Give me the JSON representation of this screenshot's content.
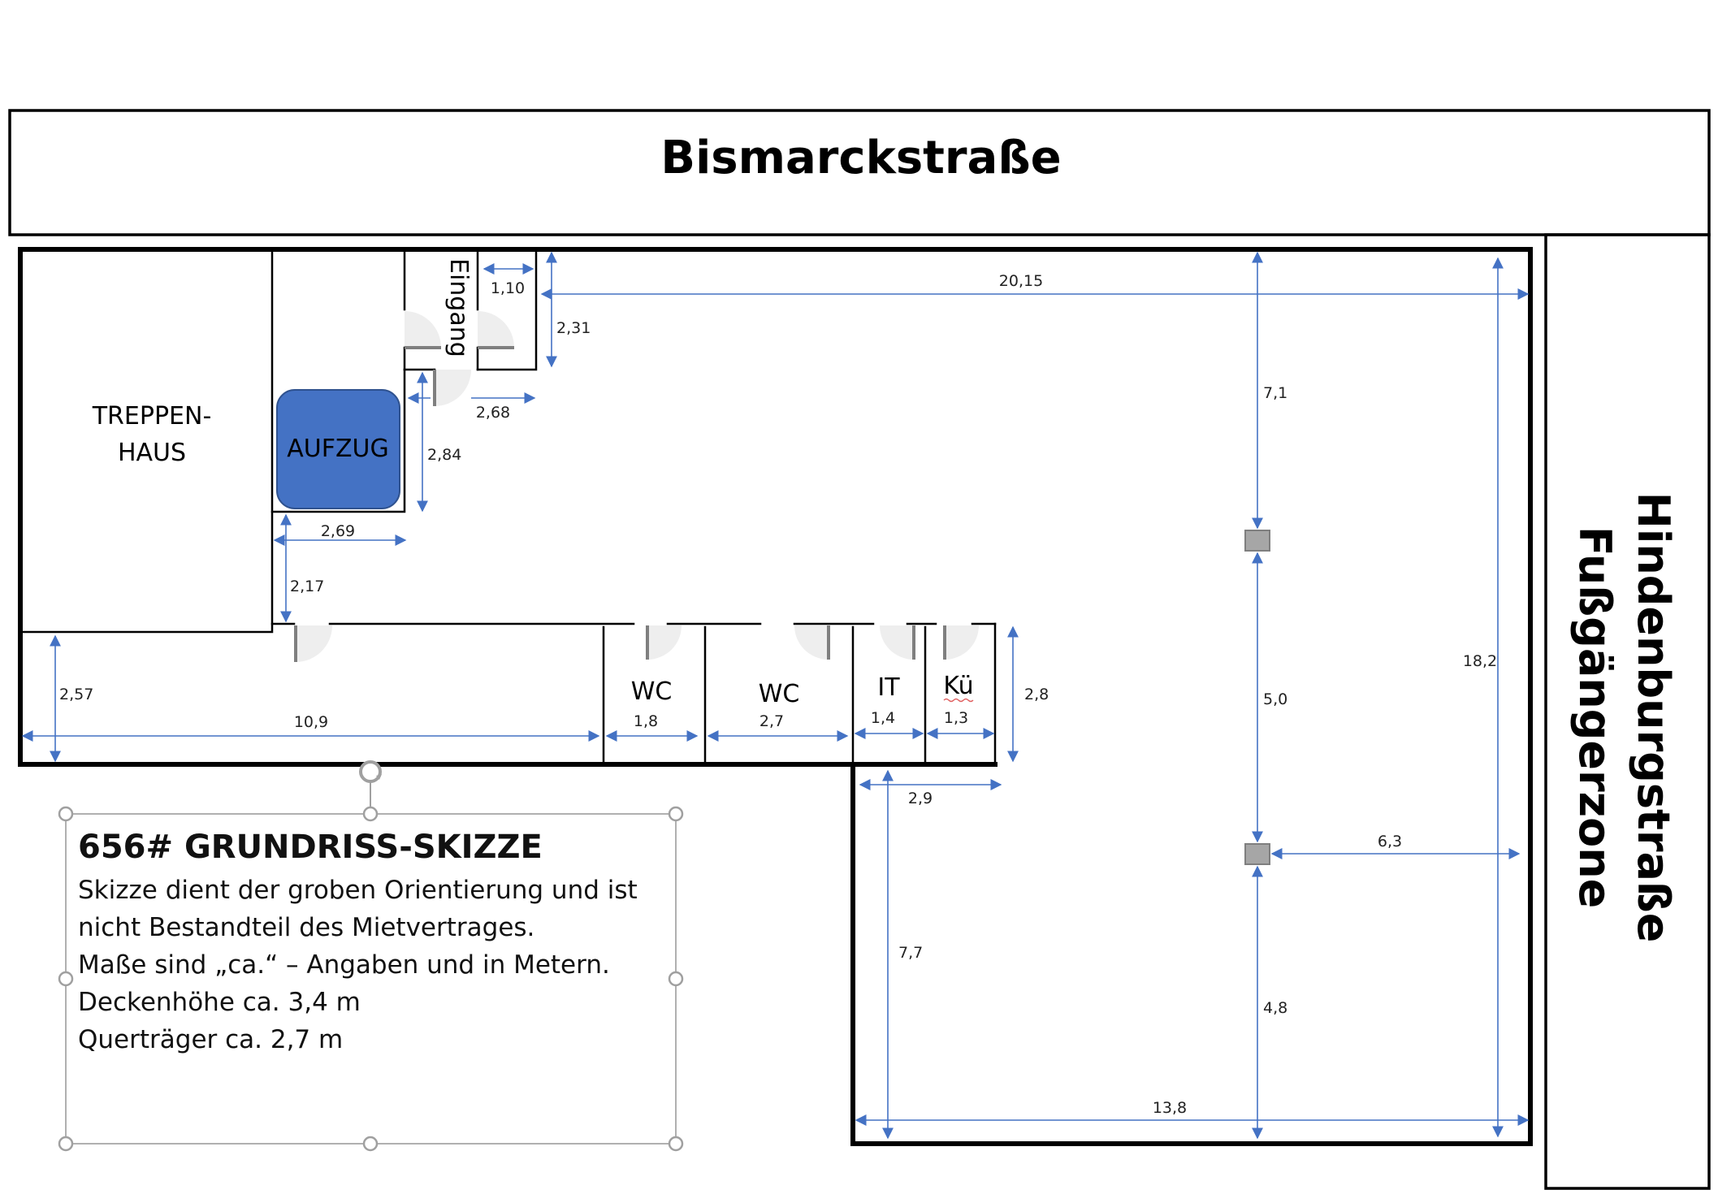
{
  "streets": {
    "top": "Bismarckstraße",
    "right_line1": "Hindenburgstraße",
    "right_line2": "Fußgängerzone"
  },
  "rooms": {
    "stairwell_line1": "TREPPEN-",
    "stairwell_line2": "HAUS",
    "elevator": "AUFZUG",
    "entrance": "Eingang",
    "wc1": "WC",
    "wc2": "WC",
    "it": "IT",
    "kitchen": "Kü"
  },
  "colors": {
    "elevator_fill": "#4472c4",
    "dimension_line": "#4472c4",
    "column_fill": "#a6a6a6"
  },
  "dimensions": {
    "entrance_width": "1,10",
    "total_length": "20,15",
    "entrance_depth": "2,31",
    "door_to_wall": "2,68",
    "elevator_side": "2,84",
    "elevator_width": "2,69",
    "hall_to_corridor": "2,17",
    "corridor_depth": "2,57",
    "corridor_length": "10,9",
    "wc1_width": "1,8",
    "wc2_width": "2,7",
    "it_width": "1,4",
    "kitchen_width": "1,3",
    "rooms_depth": "2,8",
    "lower_offset": "2,9",
    "lower_left_height": "7,7",
    "lower_width": "13,8",
    "column1_from_top": "7,1",
    "column_spacing": "5,0",
    "column2_to_bottom": "4,8",
    "column2_to_right": "6,3",
    "total_depth": "18,2"
  },
  "textbox": {
    "title": "656# GRUNDRISS-SKIZZE",
    "lines": [
      "Skizze dient der groben Orientierung und ist",
      "nicht Bestandteil des Mietvertrages.",
      "Maße sind „ca.“ – Angaben und in Metern.",
      "Deckenhöhe ca. 3,4 m",
      "Querträger ca. 2,7 m"
    ]
  }
}
